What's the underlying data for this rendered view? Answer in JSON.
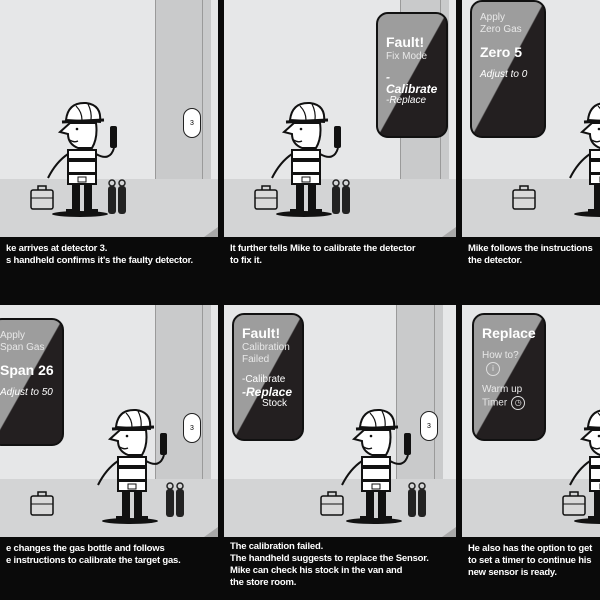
{
  "panels": [
    {
      "caption": [
        "ke arrives at detector 3.",
        "s handheld confirms it's the faulty detector."
      ],
      "detector_label": "3"
    },
    {
      "caption": [
        "It further tells Mike to calibrate the detector",
        "to fix it."
      ],
      "screen": {
        "title": "Fault!",
        "subtitle": "Fix Mode",
        "option1": "-Calibrate",
        "option2": "-Replace"
      }
    },
    {
      "caption": [
        "Mike follows the instructions",
        "the detector."
      ],
      "screen": {
        "line1": "Apply",
        "line2": "Zero Gas",
        "reading": "Zero 5",
        "instruction": "Adjust to 0"
      }
    },
    {
      "caption": [
        "e changes the gas bottle and follows",
        "e instructions to calibrate the target gas."
      ],
      "screen": {
        "line1": "Apply",
        "line2": "Span Gas",
        "reading": "Span 26",
        "instruction": "Adjust to 50"
      },
      "detector_label": "3"
    },
    {
      "caption": [
        "The calibration failed.",
        "The handheld suggests to replace the Sensor.",
        "Mike can check his stock in the van and",
        "the store room."
      ],
      "screen": {
        "title": "Fault!",
        "line1": "Calibration",
        "line2": "Failed",
        "option1": "-Calibrate",
        "option2": "-Replace",
        "option3": "Stock"
      },
      "detector_label": "3"
    },
    {
      "caption": [
        "He also has the option to get",
        "to set a timer to continue his",
        "new sensor is ready."
      ],
      "screen": {
        "title": "Replace",
        "item1": "How to?",
        "item1_icon": "i",
        "item2a": "Warm up",
        "item2b": "Timer",
        "item2_icon": "◷"
      }
    }
  ]
}
